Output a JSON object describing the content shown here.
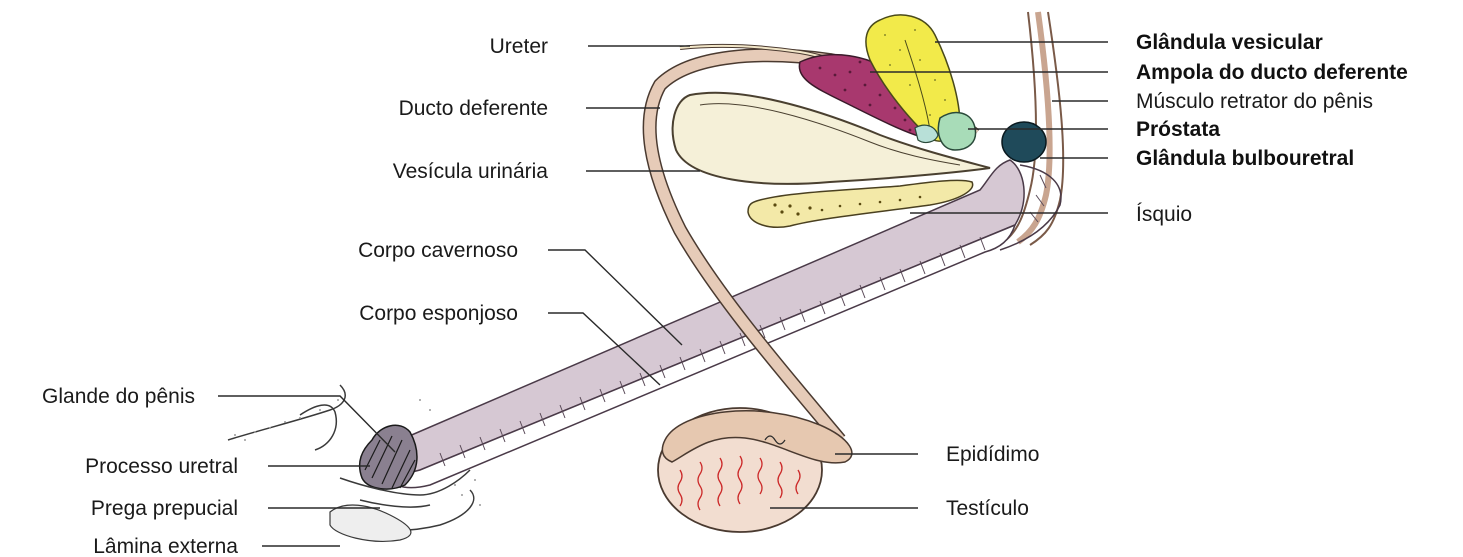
{
  "labels_left": [
    {
      "id": "ureter",
      "text": "Ureter"
    },
    {
      "id": "ducto-deferente",
      "text": "Ducto deferente"
    },
    {
      "id": "vesicula-urinaria",
      "text": "Vesícula urinária"
    },
    {
      "id": "corpo-cavernoso",
      "text": "Corpo cavernoso"
    },
    {
      "id": "corpo-esponjoso",
      "text": "Corpo esponjoso"
    },
    {
      "id": "glande-do-penis",
      "text": "Glande do pênis"
    },
    {
      "id": "processo-uretral",
      "text": "Processo uretral"
    },
    {
      "id": "prega-prepucial",
      "text": "Prega prepucial"
    },
    {
      "id": "lamina-externa",
      "text": "Lâmina externa"
    }
  ],
  "labels_right": [
    {
      "id": "glandula-vesicular",
      "text": "Glândula vesicular",
      "bold": true
    },
    {
      "id": "ampola-do-ducto-deferente",
      "text": "Ampola do ducto deferente",
      "bold": true
    },
    {
      "id": "musculo-retrator-do-penis",
      "text": "Músculo retrator do pênis",
      "bold": false
    },
    {
      "id": "prostata",
      "text": "Próstata",
      "bold": true
    },
    {
      "id": "glandula-bulbouretral",
      "text": "Glândula bulbouretral",
      "bold": true
    },
    {
      "id": "isquio",
      "text": "Ísquio",
      "bold": false
    },
    {
      "id": "epididimo",
      "text": "Epidídimo",
      "bold": false
    },
    {
      "id": "testiculo",
      "text": "Testículo",
      "bold": false
    }
  ],
  "colors": {
    "glandula_vesicular": "#f2ea4a",
    "ampola": "#a8386e",
    "prostata": "#a8dcb8",
    "bulbouretral": "#1f4a5a",
    "penile_body": "#d6c8d3",
    "bladder_fill": "#f5f0d8",
    "tube": "#e6cbb8",
    "ischium": "#f3e9a8",
    "testis": "#f2ddd0",
    "testis_vessels": "#cc2a2a"
  }
}
